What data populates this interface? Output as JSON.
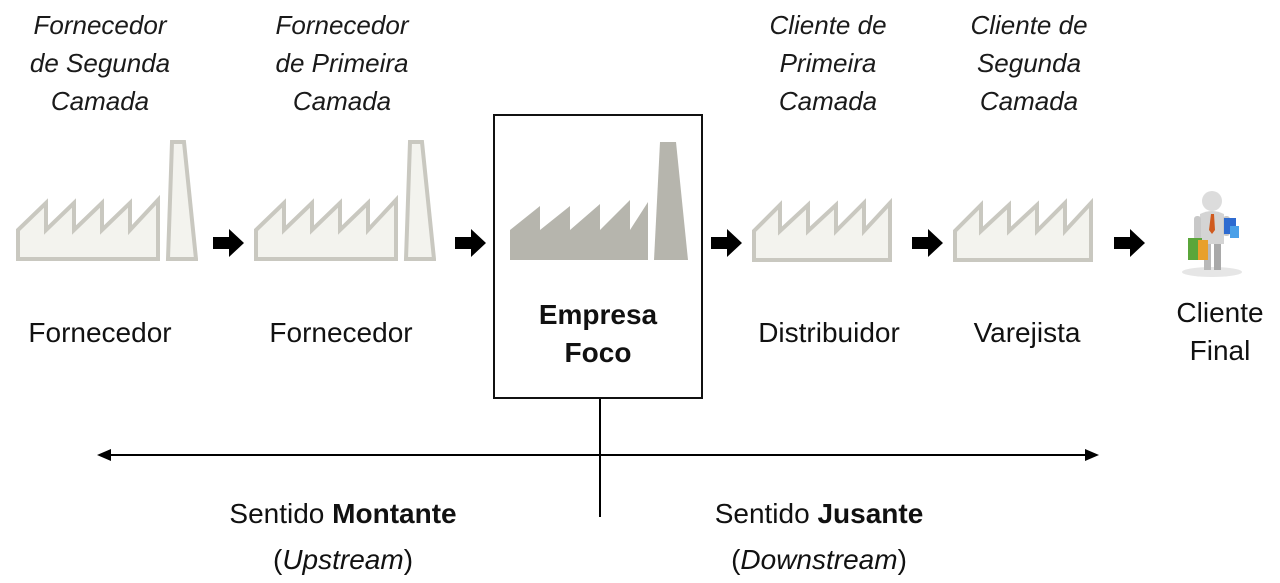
{
  "tiers": [
    {
      "id": "second-tier-supplier",
      "lines": [
        "Fornecedor",
        "de Segunda",
        "Camada"
      ],
      "entity": "Fornecedor"
    },
    {
      "id": "first-tier-supplier",
      "lines": [
        "Fornecedor",
        "de Primeira",
        "Camada"
      ],
      "entity": "Fornecedor"
    },
    {
      "id": "first-tier-customer",
      "lines": [
        "Cliente de",
        "Primeira",
        "Camada"
      ],
      "entity": "Distribuidor"
    },
    {
      "id": "second-tier-customer",
      "lines": [
        "Cliente de",
        "Segunda",
        "Camada"
      ],
      "entity": "Varejista"
    }
  ],
  "focus": {
    "line1": "Empresa",
    "line2": "Foco"
  },
  "end_customer": {
    "line1": "Cliente",
    "line2": "Final"
  },
  "upstream": {
    "prefix": "Sentido ",
    "bold": "Montante",
    "open_paren": "(",
    "italic": "Upstream",
    "close_paren": ")"
  },
  "downstream": {
    "prefix": "Sentido ",
    "bold": "Jusante",
    "open_paren": "(",
    "italic": "Downstream",
    "close_paren": ")"
  },
  "colors": {
    "factory_outline": "#c9c8c0",
    "factory_fill_light": "#f3f3ee",
    "factory_focus": "#b6b5ad",
    "arrow": "#000000",
    "line": "#000000"
  }
}
